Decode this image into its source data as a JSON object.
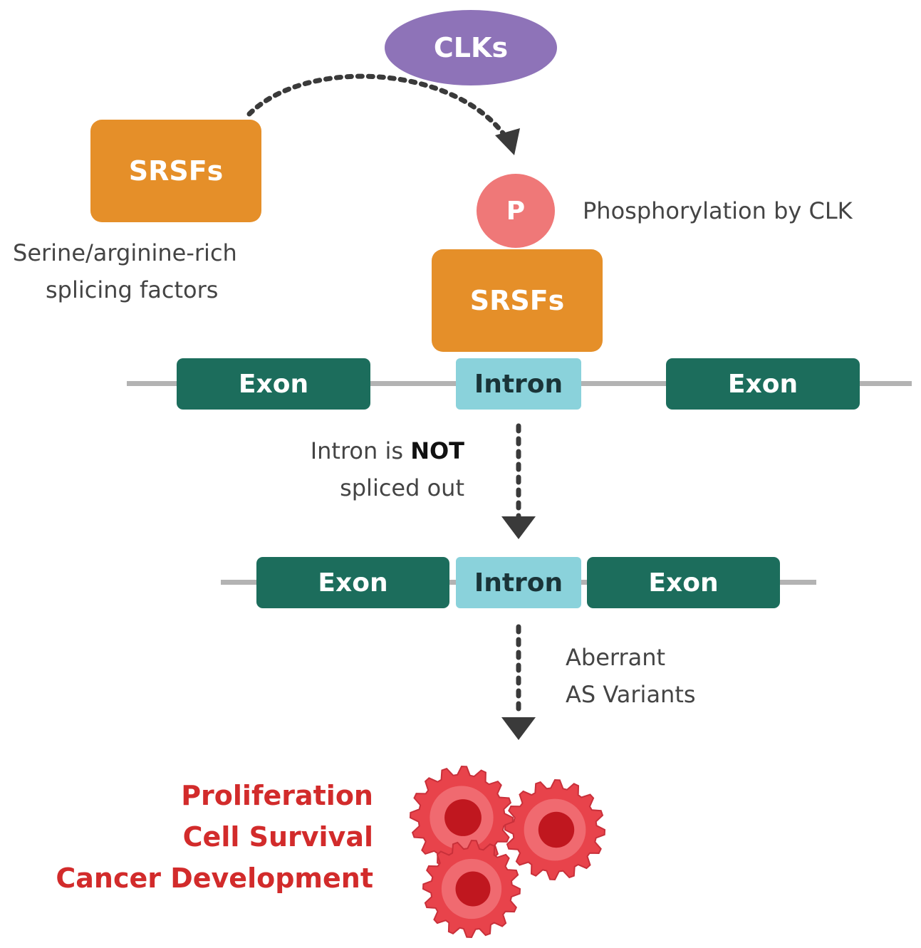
{
  "clks": "CLKs",
  "srsfs_left": "SRSFs",
  "srsfs_desc_line1": "Serine/arginine-rich",
  "srsfs_desc_line2": "splicing factors",
  "phospho_symbol": "P",
  "phospho_label": "Phosphorylation by CLK",
  "srsfs_bound": "SRSFs",
  "pre_mrna": {
    "exon_left": "Exon",
    "intron": "Intron",
    "exon_right": "Exon"
  },
  "not_spliced": {
    "line1_prefix": "Intron is ",
    "line1_emphasis": "NOT",
    "line2": "spliced out"
  },
  "mature": {
    "exon_left": "Exon",
    "intron": "Intron",
    "exon_right": "Exon"
  },
  "aberrant_line1": "Aberrant",
  "aberrant_line2": "AS Variants",
  "outcomes": [
    "Proliferation",
    "Cell Survival",
    "Cancer Development"
  ],
  "colors": {
    "clk": "#8e73b8",
    "srsf": "#e58f29",
    "phospho": "#ef7878",
    "exon": "#1c6d5c",
    "intron": "#8ad2db",
    "outcome": "#d22b2b",
    "cell": "#e8434b"
  }
}
